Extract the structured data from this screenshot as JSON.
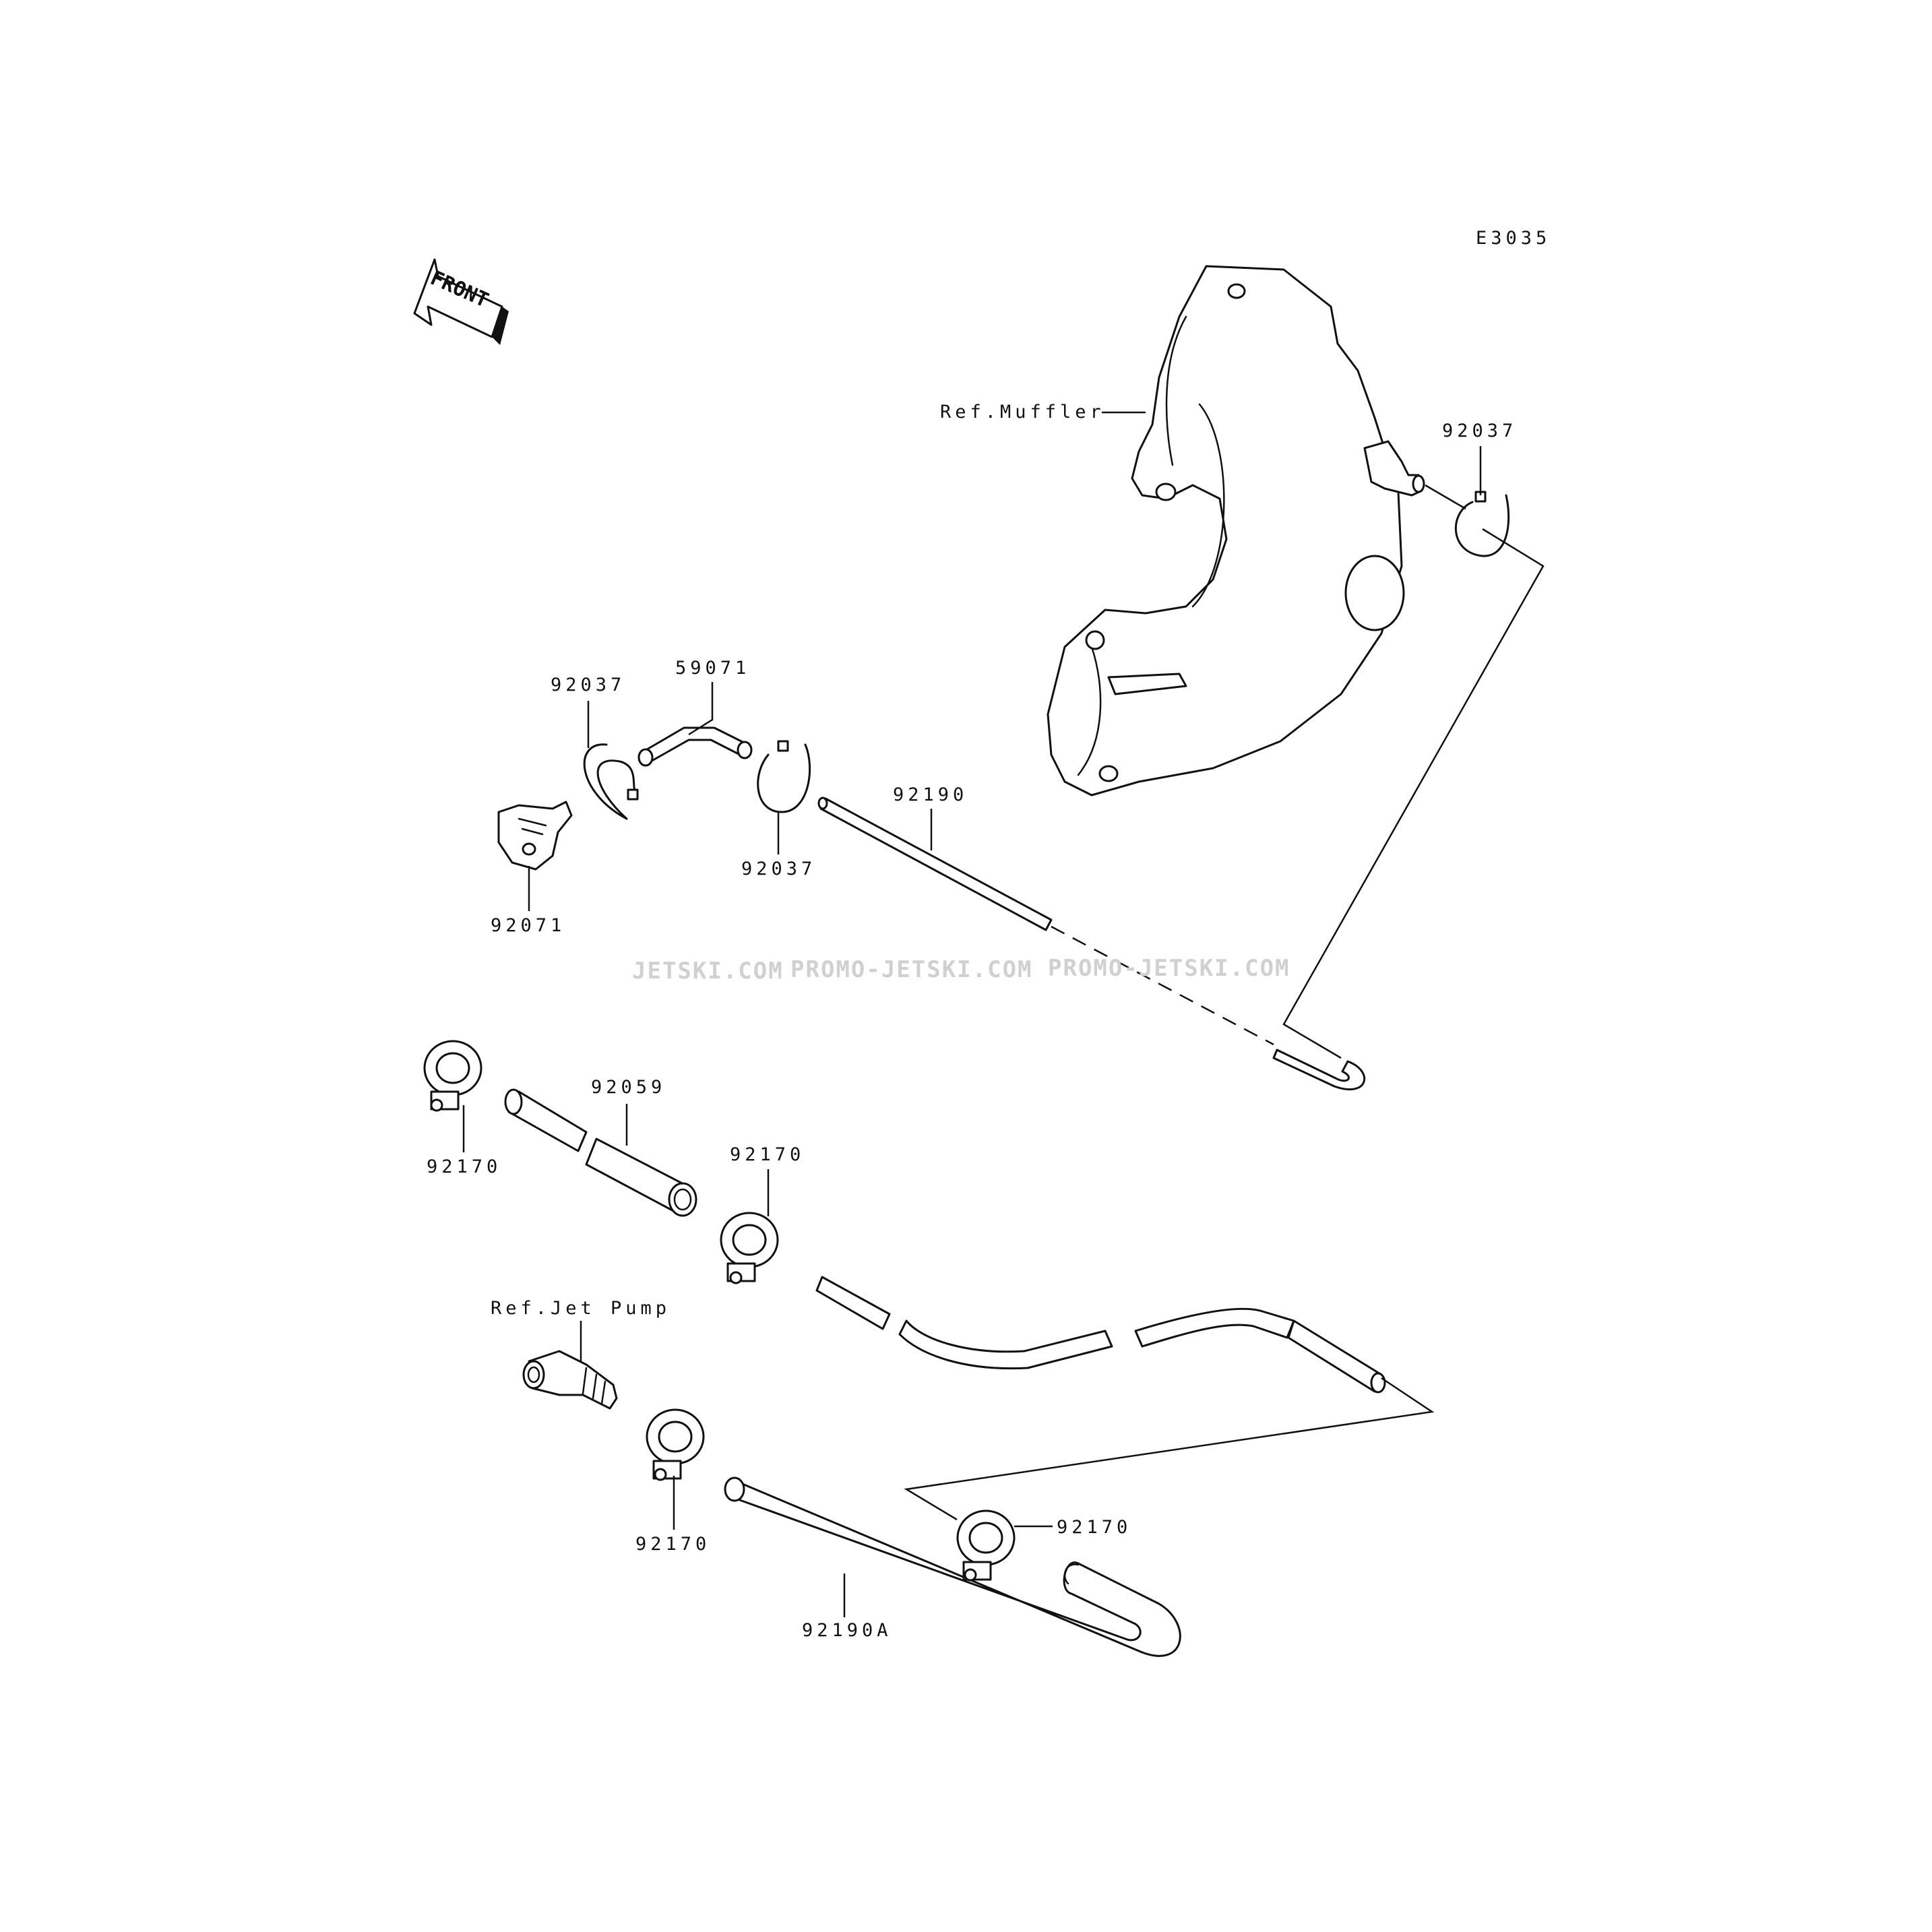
{
  "diagram_code": "E3035",
  "front_label": "FRONT",
  "watermark": {
    "parts": [
      "JETSKI.COM",
      "PROMO-JETSKI.COM",
      "PROMO-JETSKI.COM"
    ]
  },
  "labels": {
    "ref_muffler": "Ref.Muffler",
    "ref_jet_pump": "Ref.Jet Pump",
    "clamp_92037_right": "92037",
    "clamp_92037_left": "92037",
    "clamp_92037_mid": "92037",
    "fitting_59071": "59071",
    "plug_92071": "92071",
    "tube_92190": "92190",
    "hose_92059": "92059",
    "clamp_92170_a": "92170",
    "clamp_92170_b": "92170",
    "clamp_92170_c": "92170",
    "clamp_92170_d": "92170",
    "hose_92190a": "92190A"
  }
}
